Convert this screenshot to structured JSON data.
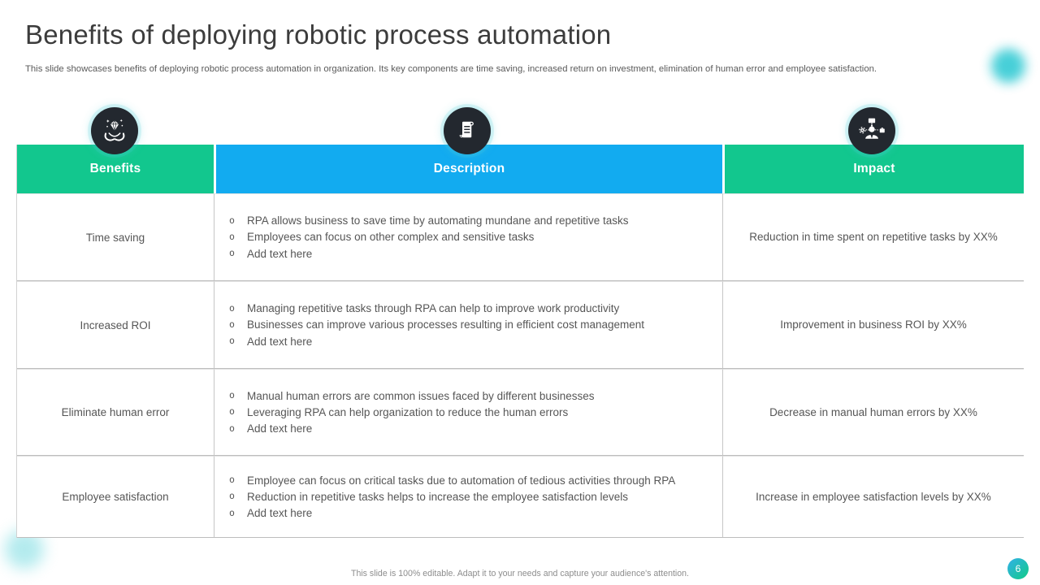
{
  "slide": {
    "title": "Benefits of deploying robotic process automation",
    "subtitle": "This slide showcases benefits of deploying robotic process automation in organization. Its key components are time saving, increased return on investment, elimination of human error and employee satisfaction.",
    "footer_note": "This slide is 100% editable. Adapt it to your needs and capture your audience's attention.",
    "page_number": "6"
  },
  "colors": {
    "header_green": "#12c78e",
    "header_blue": "#12abf0",
    "icon_circle_dark": "#23282f",
    "accent_teal": "#3ecdd6",
    "body_text": "#565656",
    "badge_gradient_start": "#2fb3de",
    "badge_gradient_end": "#16c795"
  },
  "table": {
    "bullet_marker": "o",
    "headers": [
      {
        "label": "Benefits",
        "icon": "hands-holding-diamond-icon"
      },
      {
        "label": "Description",
        "icon": "scroll-document-icon"
      },
      {
        "label": "Impact",
        "icon": "person-network-icon"
      }
    ],
    "rows": [
      {
        "benefit": "Time saving",
        "bullets": [
          "RPA allows business to save time by automating mundane and repetitive tasks",
          "Employees can focus on other complex and sensitive tasks",
          "Add text here"
        ],
        "impact": "Reduction in time spent on repetitive tasks by XX%"
      },
      {
        "benefit": "Increased ROI",
        "bullets": [
          "Managing repetitive tasks through RPA can help to improve work productivity",
          "Businesses can improve various processes resulting in efficient cost management",
          "Add text here"
        ],
        "impact": "Improvement in business ROI by XX%"
      },
      {
        "benefit": "Eliminate human error",
        "bullets": [
          "Manual human errors are common issues faced by different businesses",
          "Leveraging RPA can help organization to reduce the human errors",
          "Add text here"
        ],
        "impact": "Decrease in manual human errors by XX%"
      },
      {
        "benefit": "Employee satisfaction",
        "bullets": [
          "Employee can focus on critical tasks due to automation of tedious activities through RPA",
          "Reduction in repetitive tasks helps to increase the employee satisfaction levels",
          "Add text here"
        ],
        "impact": "Increase in employee satisfaction levels by XX%"
      }
    ]
  }
}
